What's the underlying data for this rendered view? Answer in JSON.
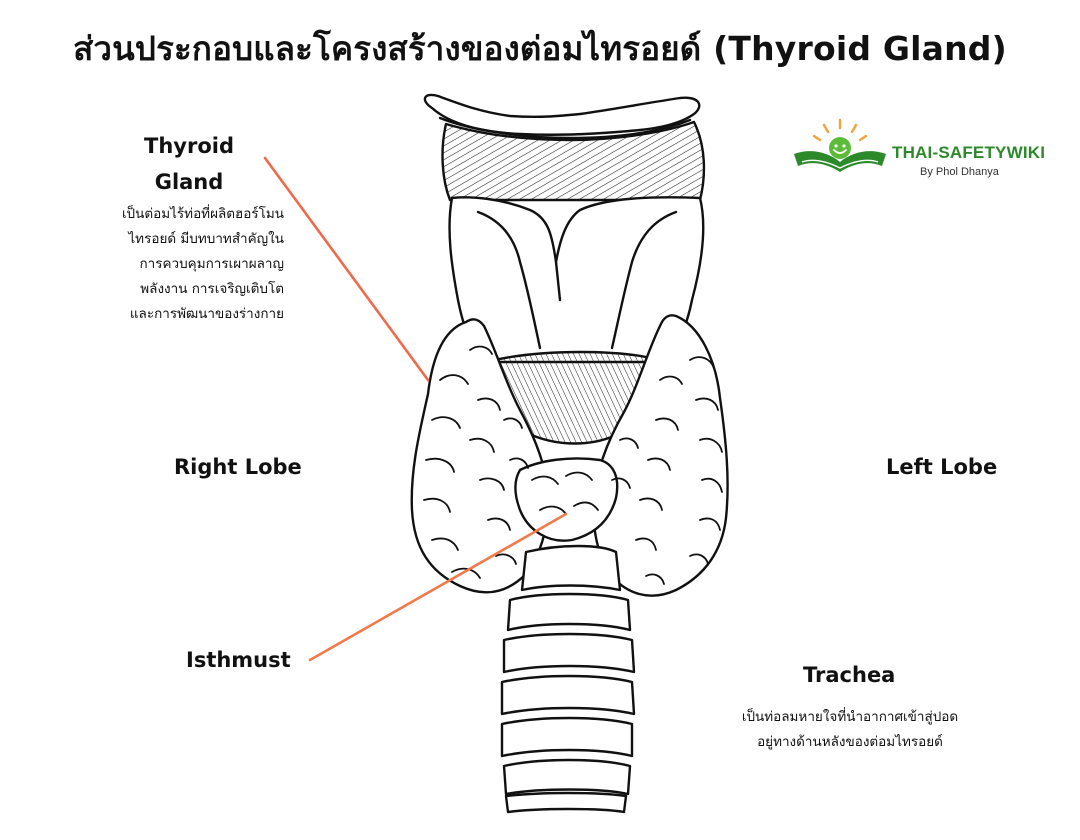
{
  "title": "ส่วนประกอบและโครงสร้างของต่อมไทรอยด์ (Thyroid Gland)",
  "labels": {
    "thyroid_gland": {
      "line1": "Thyroid",
      "line2": "Gland",
      "description": [
        "เป็นต่อมไร้ท่อที่ผลิตฮอร์โมน",
        "ไทรอยด์ มีบทบาทสำคัญใน",
        "การควบคุมการเผาผลาญ",
        "พลังงาน การเจริญเติบโต",
        "และการพัฒนาของร่างกาย"
      ]
    },
    "right_lobe": "Right Lobe",
    "left_lobe": "Left Lobe",
    "isthmust": "Isthmust",
    "trachea": {
      "name": "Trachea",
      "description": [
        "เป็นท่อลมหายใจที่นำอากาศเข้าสู่ปอด",
        "อยู่ทางด้านหลังของต่อมไทรอยด์"
      ]
    }
  },
  "logo": {
    "name": "THAI-SAFETYWIKI",
    "byline": "By Phol Dhanya",
    "colors": {
      "green": "#2d8a2a",
      "orange": "#f2a33a"
    }
  },
  "colors": {
    "leader_line_start": "#e83a3a",
    "leader_line_end": "#f5a05a",
    "ink": "#111111"
  }
}
